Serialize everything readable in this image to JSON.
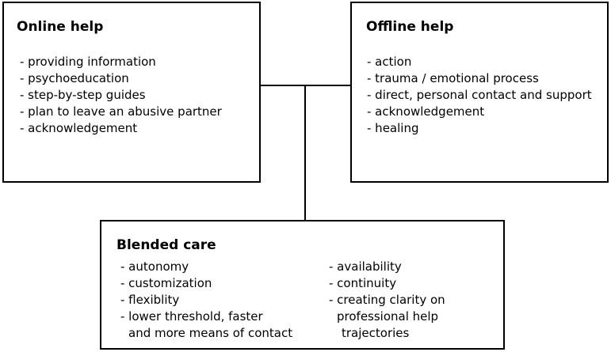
{
  "online_help": {
    "title": "Online help",
    "items": [
      "- providing information",
      "- psychoeducation",
      "- step-by-step guides",
      "- plan to leave an abusive partner",
      "- acknowledgement"
    ]
  },
  "offline_help": {
    "title": "Offline help",
    "items": [
      "- action",
      "- trauma / emotional process",
      "- direct, personal contact and support",
      "- acknowledgement",
      "- healing"
    ]
  },
  "blended_care": {
    "title": "Blended care",
    "left_items": [
      "- autonomy",
      "- customization",
      "- flexiblity",
      "- lower threshold, faster",
      "and more means of contact"
    ],
    "right_items": [
      "- availability",
      "- continuity",
      "- creating clarity on",
      "professional help",
      "trajectories"
    ]
  }
}
